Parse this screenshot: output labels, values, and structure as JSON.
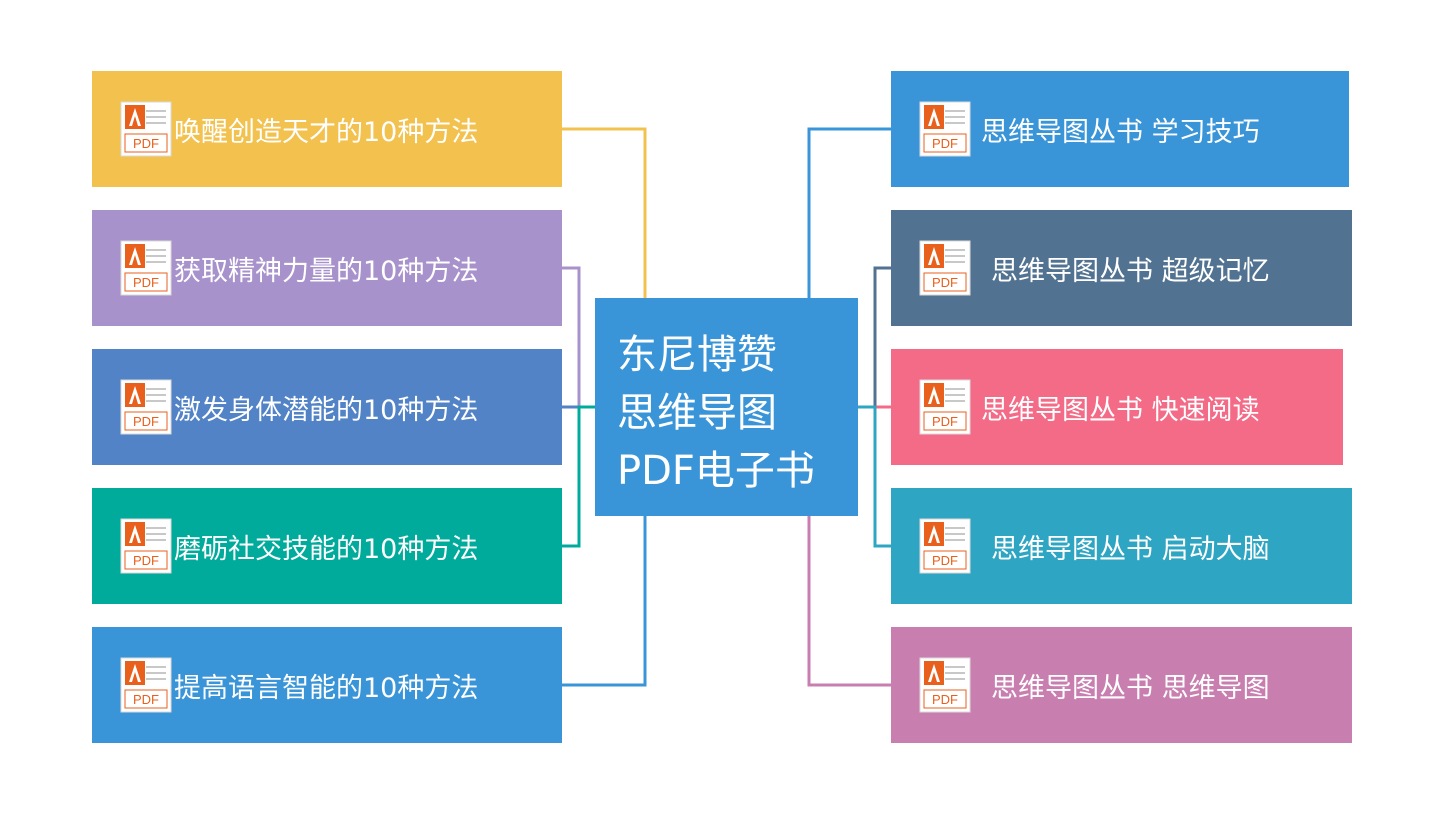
{
  "center": {
    "lines": [
      "东尼博赞",
      "思维导图",
      "PDF电子书"
    ],
    "color": "#3a95d8"
  },
  "icon": "pdf-file-icon",
  "icon_text": "PDF",
  "left_items": [
    {
      "label": "唤醒创造天才的10种方法",
      "color": "#f2c14e"
    },
    {
      "label": "获取精神力量的10种方法",
      "color": "#a892cc"
    },
    {
      "label": "激发身体潜能的10种方法",
      "color": "#5183c6"
    },
    {
      "label": "磨砺社交技能的10种方法",
      "color": "#00ab9c"
    },
    {
      "label": "提高语言智能的10种方法",
      "color": "#3a95d8"
    }
  ],
  "right_items": [
    {
      "label": "思维导图丛书 学习技巧",
      "color": "#3a95d8"
    },
    {
      "label": "思维导图丛书 超级记忆",
      "color": "#527291"
    },
    {
      "label": "思维导图丛书 快速阅读",
      "color": "#f36b87"
    },
    {
      "label": "思维导图丛书 启动大脑",
      "color": "#2ea5c2"
    },
    {
      "label": "思维导图丛书 思维导图",
      "color": "#c97eb0"
    }
  ]
}
